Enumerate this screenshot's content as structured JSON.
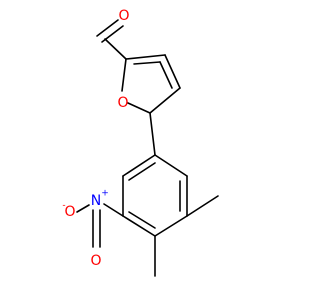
{
  "molecule": {
    "atoms": {
      "aldehyde_oxygen": {
        "symbol": "O",
        "color": "#ff0000"
      },
      "furan_oxygen": {
        "symbol": "O",
        "color": "#ff0000"
      },
      "nitro_nitrogen": {
        "symbol": "N",
        "charge": "+",
        "color": "#0000ff"
      },
      "nitro_oxygen": {
        "symbol": "O",
        "charge": "-",
        "color": "#ff0000"
      },
      "nitro_oxygen_2": {
        "symbol": "O",
        "color": "#ff0000"
      }
    },
    "bond_color": "#000000",
    "background_color": "#ffffff"
  }
}
